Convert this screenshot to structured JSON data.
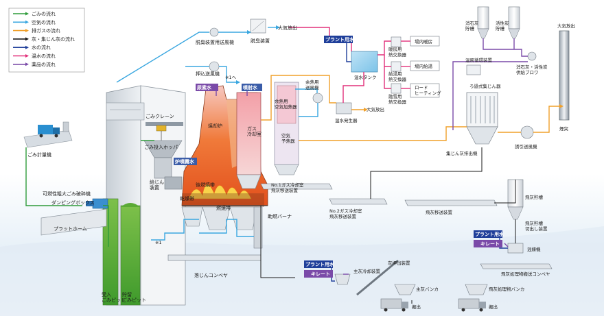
{
  "legend": [
    {
      "label": "ごみの流れ",
      "color": "#2e9b3a"
    },
    {
      "label": "空気の流れ",
      "color": "#3aa7e0"
    },
    {
      "label": "排ガスの流れ",
      "color": "#f0a02a"
    },
    {
      "label": "灰・集じん灰の流れ",
      "color": "#1a1a1a"
    },
    {
      "label": "水の流れ",
      "color": "#1f3f9a"
    },
    {
      "label": "温水の流れ",
      "color": "#e2307a"
    },
    {
      "label": "薬品の流れ",
      "color": "#7a4aa8"
    }
  ],
  "labels": {
    "waste_scale": "ごみ計量機",
    "crusher": "可燃性粗大ごみ破砕機",
    "dumping_box": "ダンピングボックス",
    "platform": "プラットホーム",
    "receiving_pit": "受入\nごみピット",
    "storage_pit": "貯留\nごみピット",
    "crane": "ごみクレーン",
    "hopper": "ごみ投入ホッパ",
    "pusher": "給じん\n装置",
    "furnace": "焼却炉",
    "gas_cooler": "ガス\n冷却室",
    "dry_zone": "乾燥帯",
    "combustion_zone": "燃焼帯",
    "post_combustion": "後燃焼帯",
    "aux_burner": "助燃バーナ",
    "ash_conveyor": "落じんコンベヤ",
    "deodor": "脱臭装置",
    "deodor_fan": "脱臭装置用送風機",
    "release1": "大気放出",
    "push_fan": "押込送風機",
    "note1": "※1へ",
    "note1b": "※1",
    "urea": "尿素水",
    "spray": "噴射水",
    "furnace_spray": "炉噴霧水",
    "heat_air_fan": "余熱用\n送風機",
    "air_heater": "余熱用\n空気加熱器",
    "air_preheater": "空気\n予熱器",
    "no1_ash": "No.1ガス冷却室\n飛灰移送装置",
    "no2_ash": "No.2ガス冷却室\n飛灰移送装置",
    "fly_ash_transfer": "飛灰移送装置",
    "plant_water": "プラント用水",
    "hot_water_tank": "温水タンク",
    "water_heater": "温水発生器",
    "release2": "大気放出",
    "ex1": "暖房用\n熱交換器",
    "ex2": "給湯用\n熱交換器",
    "ex3": "融雪用\n熱交換器",
    "heating": "場内暖房",
    "hot_supply": "場内給湯",
    "road_heating": "ロード\nヒーティング",
    "lime_silo": "消石灰\n貯槽",
    "carbon_silo": "活性炭\n貯槽",
    "chem_blower": "消石灰・活性炭\n供給ブロワ",
    "release3": "大気放出",
    "warm_fan": "温風循環装置",
    "bag_filter": "ろ過式集じん器",
    "dust_discharge": "集じん灰排出機",
    "induced_fan": "誘引送風機",
    "stack": "煙突",
    "fly_ash_silo": "飛灰貯槽",
    "fly_ash_cutout": "飛灰貯槽\n切出し装置",
    "plant_water2": "プラント用水",
    "chelate": "キレート",
    "kneader": "混練機",
    "treated_conveyor": "飛灰処理物搬送コンベヤ",
    "treated_bunker": "飛灰処理物バンカ",
    "out1": "搬出",
    "plant_water3": "プラント用水",
    "chelate2": "キレート",
    "main_ash_cooler": "主灰冷却装置",
    "ash_out_device": "灰押出装置",
    "main_ash_bunker": "主灰バンカ",
    "out2": "搬出"
  }
}
